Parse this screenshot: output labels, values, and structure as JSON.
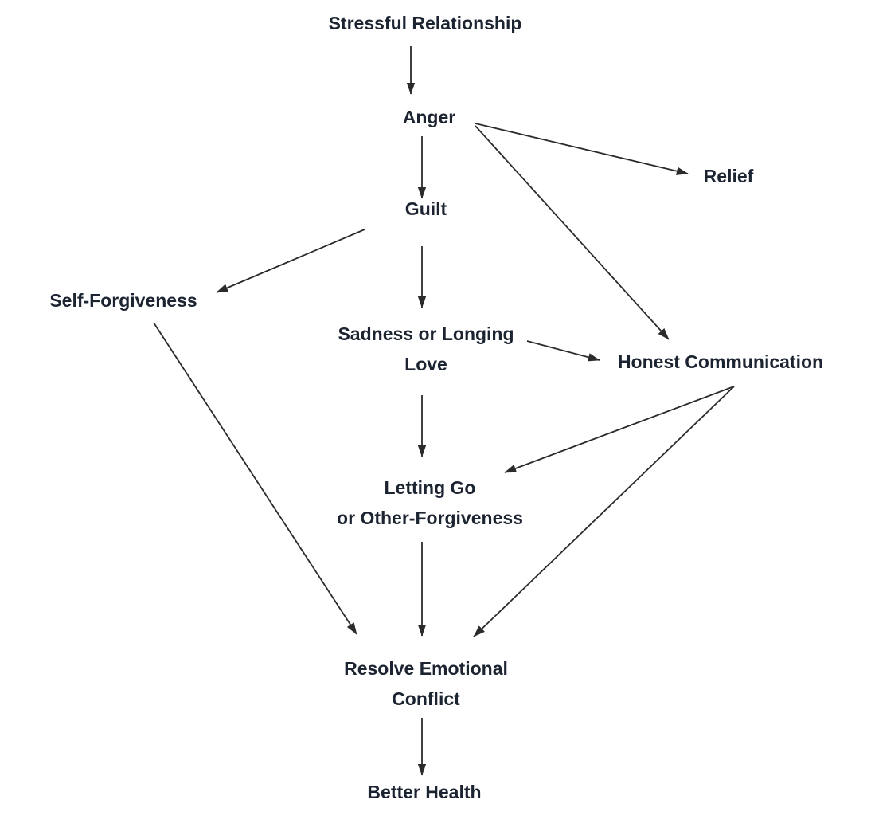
{
  "colors": {
    "background": "#ffffff",
    "text": "#1c2431",
    "line": "#2b2b2b"
  },
  "nodes": {
    "stressful_relationship": {
      "label": "Stressful Relationship"
    },
    "anger": {
      "label": "Anger"
    },
    "relief": {
      "label": "Relief"
    },
    "guilt": {
      "label": "Guilt"
    },
    "self_forgiveness": {
      "label": "Self-Forgiveness"
    },
    "sadness_longing_love": {
      "line1": "Sadness or Longing",
      "line2": "Love"
    },
    "honest_communication": {
      "label": "Honest Communication"
    },
    "letting_go_other_forgiveness": {
      "line1": "Letting Go",
      "line2": "or Other-Forgiveness"
    },
    "resolve_emotional_conflict": {
      "line1": "Resolve Emotional",
      "line2": "Conflict"
    },
    "better_health": {
      "label": "Better Health"
    }
  },
  "edges": [
    {
      "id": "stressful-to-anger",
      "from": "Stressful Relationship",
      "to": "Anger"
    },
    {
      "id": "anger-to-guilt",
      "from": "Anger",
      "to": "Guilt"
    },
    {
      "id": "anger-to-relief",
      "from": "Anger",
      "to": "Relief"
    },
    {
      "id": "anger-to-honest-communication",
      "from": "Anger",
      "to": "Honest Communication"
    },
    {
      "id": "guilt-to-self-forgiveness",
      "from": "Guilt",
      "to": "Self-Forgiveness"
    },
    {
      "id": "guilt-to-sadness",
      "from": "Guilt",
      "to": "Sadness or Longing Love"
    },
    {
      "id": "sadness-to-honest-communication",
      "from": "Sadness or Longing Love",
      "to": "Honest Communication"
    },
    {
      "id": "sadness-to-letting-go",
      "from": "Sadness or Longing Love",
      "to": "Letting Go or Other-Forgiveness"
    },
    {
      "id": "honest-communication-to-letting-go",
      "from": "Honest Communication",
      "to": "Letting Go or Other-Forgiveness"
    },
    {
      "id": "honest-communication-to-resolve",
      "from": "Honest Communication",
      "to": "Resolve Emotional Conflict"
    },
    {
      "id": "self-forgiveness-to-resolve",
      "from": "Self-Forgiveness",
      "to": "Resolve Emotional Conflict"
    },
    {
      "id": "letting-go-to-resolve",
      "from": "Letting Go or Other-Forgiveness",
      "to": "Resolve Emotional Conflict"
    },
    {
      "id": "resolve-to-better-health",
      "from": "Resolve Emotional Conflict",
      "to": "Better Health"
    }
  ]
}
